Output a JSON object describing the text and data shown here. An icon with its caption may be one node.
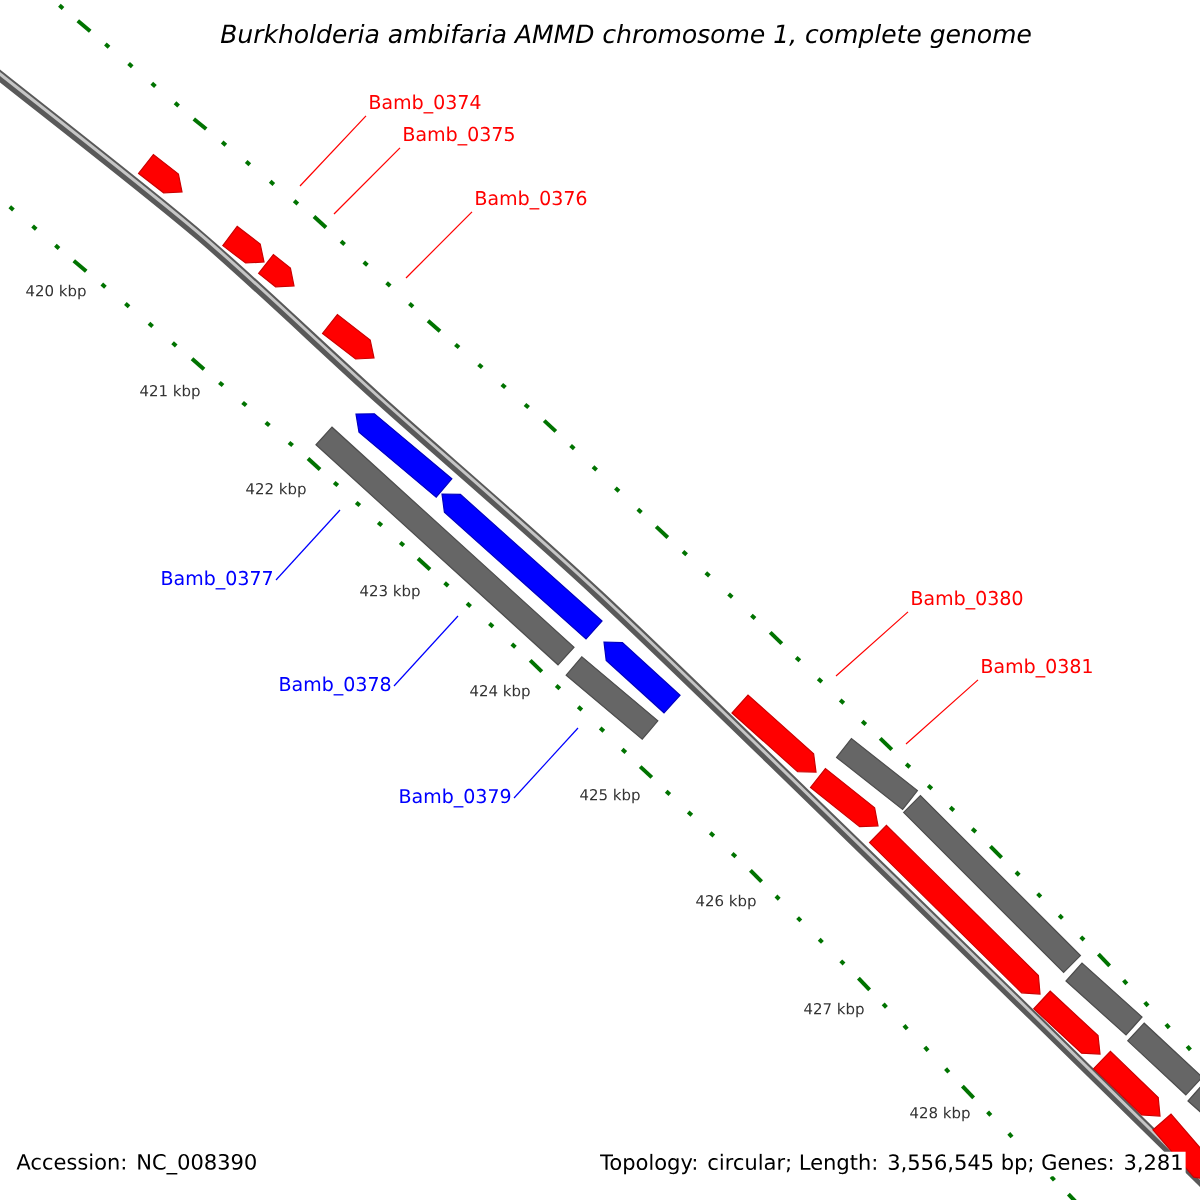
{
  "diagram": {
    "title": "Burkholderia ambifaria AMMD chromosome 1, complete genome",
    "nodes": [
      {
        "text": [
          "Bamb_0374"
        ]
      },
      {
        "text": [
          "Bamb_0375"
        ]
      },
      {
        "text": [
          "Bamb_0376"
        ]
      },
      {
        "text": [
          "Bamb_0377"
        ]
      },
      {
        "text": [
          "Bamb_0378"
        ]
      },
      {
        "text": [
          "Bamb_0379"
        ]
      },
      {
        "text": [
          "Bamb_0380"
        ]
      },
      {
        "text": [
          "Bamb_0381"
        ]
      }
    ],
    "edges": [
      {
        "from": 0,
        "to": null,
        "arrow": "none"
      },
      {
        "from": 1,
        "to": null,
        "arrow": "none"
      },
      {
        "from": 2,
        "to": null,
        "arrow": "none"
      },
      {
        "from": 3,
        "to": null,
        "arrow": "none",
        "color": "#0000ff"
      },
      {
        "from": 4,
        "to": null,
        "arrow": "none",
        "color": "#0000ff"
      },
      {
        "from": 5,
        "to": null,
        "arrow": "none",
        "color": "#0000ff"
      },
      {
        "from": 6,
        "to": null,
        "arrow": "none"
      },
      {
        "from": 7,
        "to": null,
        "arrow": "none"
      }
    ],
    "labels": [
      "420 kbp",
      "421 kbp",
      "422 kbp",
      "423 kbp",
      "424 kbp",
      "425 kbp",
      "426 kbp",
      "427 kbp",
      "428 kbp",
      "Accession: NC_008390",
      "Topology: circular; Length: 3,556,545 bp; Genes: 3,281"
    ]
  }
}
